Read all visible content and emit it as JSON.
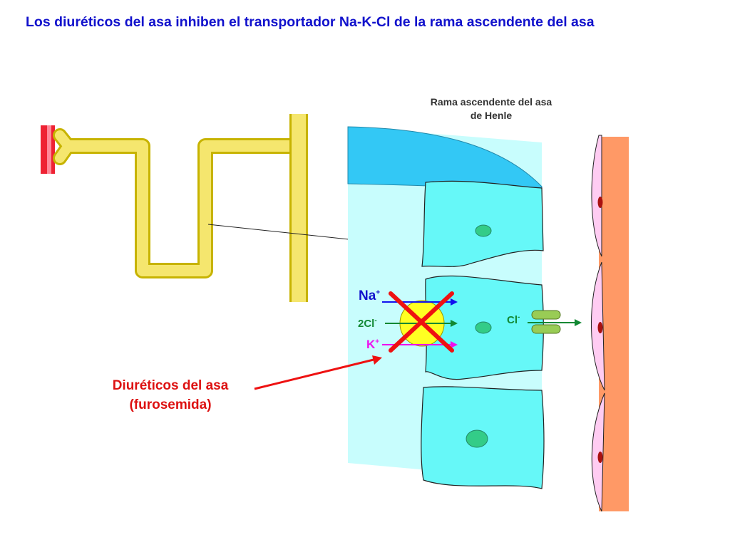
{
  "title": "Los diuréticos del asa inhiben el transportador Na-K-Cl de la rama ascendente del asa",
  "limb_title_line1": "Rama ascendente del asa",
  "limb_title_line2": "de Henle",
  "drug_line1": "Diuréticos del asa",
  "drug_line2": "(furosemida)",
  "ions": {
    "na": {
      "symbol": "Na",
      "charge": "+"
    },
    "cl2": {
      "symbol": "2Cl",
      "charge": "-"
    },
    "k": {
      "symbol": "K",
      "charge": "+"
    },
    "cl": {
      "symbol": "Cl",
      "charge": "-"
    }
  },
  "colors": {
    "title": "#1111cc",
    "tubule": "#f5e66e",
    "lumen_light": "#c8fdfd",
    "cell": "#66f8f8",
    "luminal_fluid": "#33c8f5",
    "interstitium": "#ff9966",
    "endothelium": "#ffccf2",
    "nucleus": "#33cc88",
    "transporter": "#ffff22",
    "block_x": "#ee1111",
    "na_arrow": "#1111ee",
    "cl_arrow": "#118833",
    "k_arrow": "#ee11ee",
    "channel": "#99cc55",
    "vessel": "#ee2233"
  }
}
